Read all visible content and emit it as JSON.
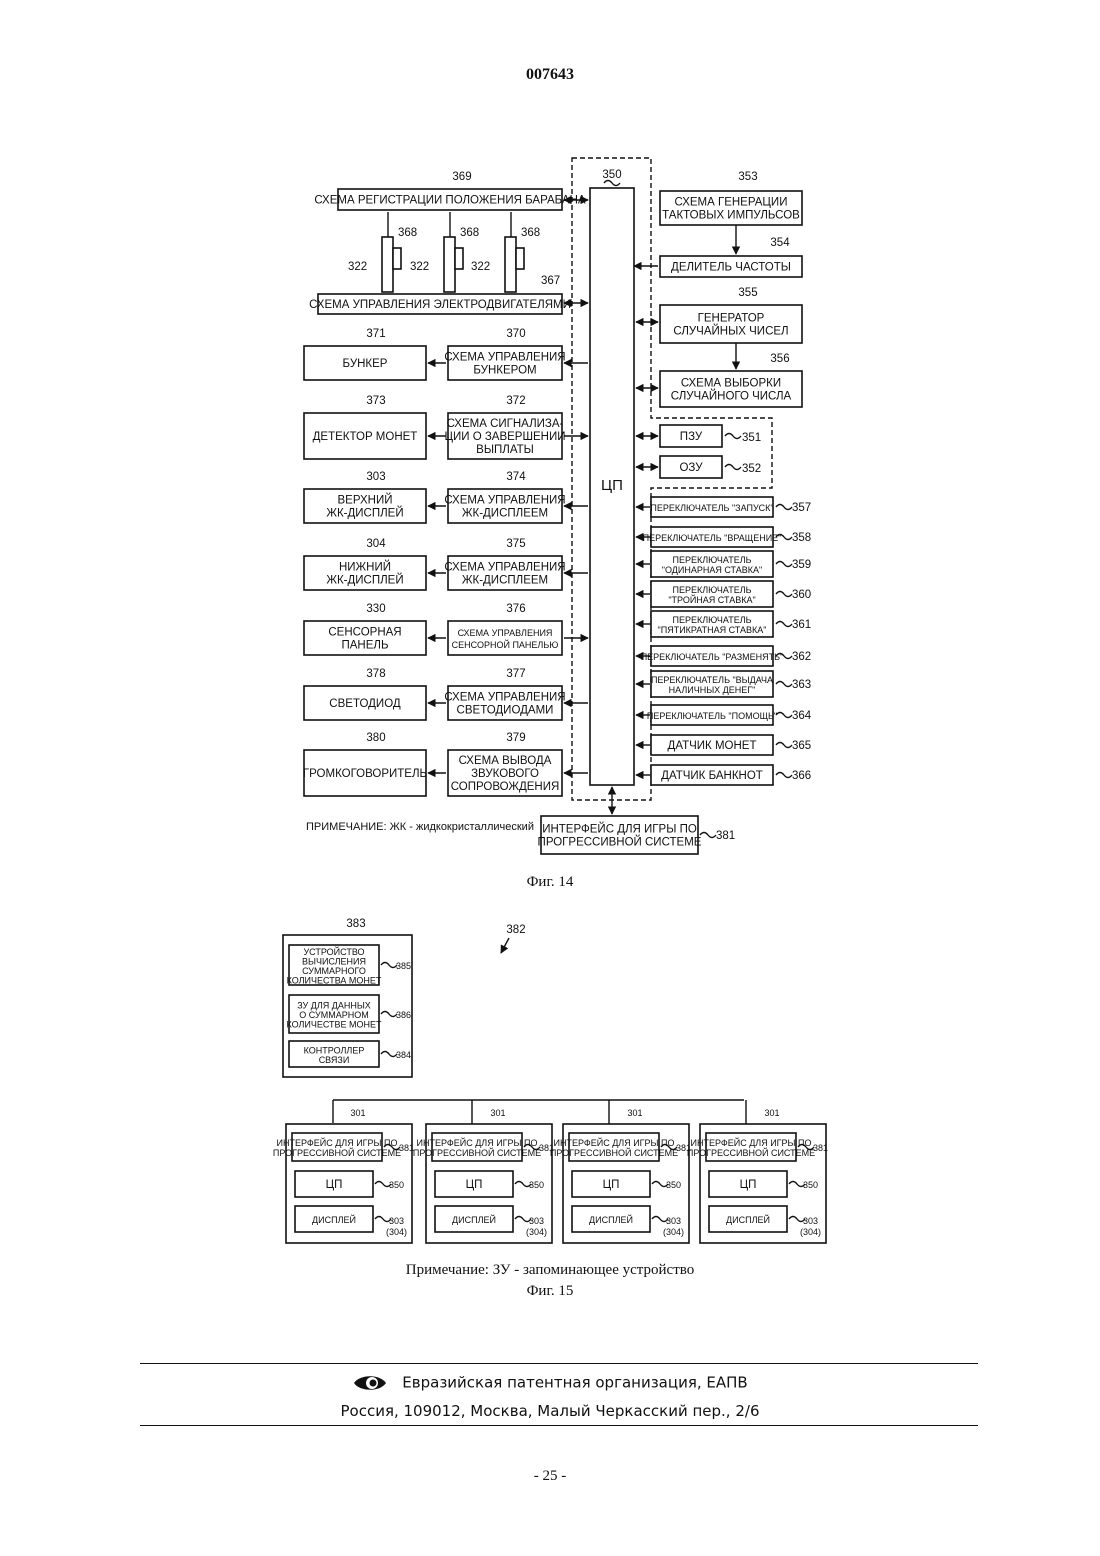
{
  "header": {
    "doc_number": "007643"
  },
  "fig14": {
    "caption": "Фиг. 14",
    "note": "ПРИМЕЧАНИЕ: ЖК - жидкокристаллический",
    "cpu": {
      "label": "ЦП",
      "num": "350"
    },
    "drum_sensor": {
      "label": "СХЕМА РЕГИСТРАЦИИ ПОЛОЖЕНИЯ БАРАБАНА",
      "num": "369"
    },
    "reels": [
      {
        "reel": "322",
        "motor": "368"
      },
      {
        "reel": "322",
        "motor": "368"
      },
      {
        "reel": "322",
        "motor": "368"
      }
    ],
    "motor_ctrl": {
      "label": "СХЕМА УПРАВЛЕНИЯ ЭЛЕКТРОДВИГАТЕЛЯМИ",
      "num": "367"
    },
    "left_rows": [
      {
        "dev_lines": [
          "БУНКЕР"
        ],
        "dev_num": "371",
        "ctrl_lines": [
          "СХЕМА УПРАВЛЕНИЯ",
          "БУНКЕРОМ"
        ],
        "ctrl_num": "370"
      },
      {
        "dev_lines": [
          "ДЕТЕКТОР МОНЕТ"
        ],
        "dev_num": "373",
        "ctrl_lines": [
          "СХЕМА СИГНАЛИЗА-",
          "ЦИИ О ЗАВЕРШЕНИИ",
          "ВЫПЛАТЫ"
        ],
        "ctrl_num": "372"
      },
      {
        "dev_lines": [
          "ВЕРХНИЙ",
          "ЖК-ДИСПЛЕЙ"
        ],
        "dev_num": "303",
        "ctrl_lines": [
          "СХЕМА УПРАВЛЕНИЯ",
          "ЖК-ДИСПЛЕЕМ"
        ],
        "ctrl_num": "374"
      },
      {
        "dev_lines": [
          "НИЖНИЙ",
          "ЖК-ДИСПЛЕЙ"
        ],
        "dev_num": "304",
        "ctrl_lines": [
          "СХЕМА УПРАВЛЕНИЯ",
          "ЖК-ДИСПЛЕЕМ"
        ],
        "ctrl_num": "375"
      },
      {
        "dev_lines": [
          "СЕНСОРНАЯ",
          "ПАНЕЛЬ"
        ],
        "dev_num": "330",
        "ctrl_lines": [
          "СХЕМА УПРАВЛЕНИЯ",
          "СЕНСОРНОЙ ПАНЕЛЬЮ"
        ],
        "ctrl_num": "376"
      },
      {
        "dev_lines": [
          "СВЕТОДИОД"
        ],
        "dev_num": "378",
        "ctrl_lines": [
          "СХЕМА УПРАВЛЕНИЯ",
          "СВЕТОДИОДАМИ"
        ],
        "ctrl_num": "377"
      },
      {
        "dev_lines": [
          "ГРОМКОГОВОРИТЕЛЬ"
        ],
        "dev_num": "380",
        "ctrl_lines": [
          "СХЕМА ВЫВОДА",
          "ЗВУКОВОГО",
          "СОПРОВОЖДЕНИЯ"
        ],
        "ctrl_num": "379"
      }
    ],
    "right_top": [
      {
        "lines": [
          "СХЕМА ГЕНЕРАЦИИ",
          "ТАКТОВЫХ ИМПУЛЬСОВ"
        ],
        "num": "353"
      },
      {
        "lines": [
          "ДЕЛИТЕЛЬ ЧАСТОТЫ"
        ],
        "num": "354"
      },
      {
        "lines": [
          "ГЕНЕРАТОР",
          "СЛУЧАЙНЫХ ЧИСЕЛ"
        ],
        "num": "355"
      },
      {
        "lines": [
          "СХЕМА ВЫБОРКИ",
          "СЛУЧАЙНОГО ЧИСЛА"
        ],
        "num": "356"
      }
    ],
    "memory": [
      {
        "label": "ПЗУ",
        "num": "351"
      },
      {
        "label": "ОЗУ",
        "num": "352"
      }
    ],
    "inputs": [
      {
        "lines": [
          "ПЕРЕКЛЮЧАТЕЛЬ \"ЗАПУСК\""
        ],
        "num": "357"
      },
      {
        "lines": [
          "ПЕРЕКЛЮЧАТЕЛЬ \"ВРАЩЕНИЕ\""
        ],
        "num": "358"
      },
      {
        "lines": [
          "ПЕРЕКЛЮЧАТЕЛЬ",
          "\"ОДИНАРНАЯ СТАВКА\""
        ],
        "num": "359"
      },
      {
        "lines": [
          "ПЕРЕКЛЮЧАТЕЛЬ",
          "\"ТРОЙНАЯ СТАВКА\""
        ],
        "num": "360"
      },
      {
        "lines": [
          "ПЕРЕКЛЮЧАТЕЛЬ",
          "\"ПЯТИКРАТНАЯ СТАВКА\""
        ],
        "num": "361"
      },
      {
        "lines": [
          "ПЕРЕКЛЮЧАТЕЛЬ \"РАЗМЕНЯТЬ\""
        ],
        "num": "362"
      },
      {
        "lines": [
          "ПЕРЕКЛЮЧАТЕЛЬ \"ВЫДАЧА",
          "НАЛИЧНЫХ ДЕНЕГ\""
        ],
        "num": "363"
      },
      {
        "lines": [
          "ПЕРЕКЛЮЧАТЕЛЬ \"ПОМОЩЬ\""
        ],
        "num": "364"
      },
      {
        "lines": [
          "ДАТЧИК МОНЕТ"
        ],
        "num": "365"
      },
      {
        "lines": [
          "ДАТЧИК БАНКНОТ"
        ],
        "num": "366"
      }
    ],
    "interface": {
      "lines": [
        "ИНТЕРФЕЙС ДЛЯ ИГРЫ ПО",
        "ПРОГРЕССИВНОЙ СИСТЕМЕ"
      ],
      "num": "381"
    }
  },
  "fig15": {
    "caption": "Фиг. 15",
    "note": "Примечание: ЗУ - запоминающее устройство",
    "system_num": "382",
    "server_num": "383",
    "server_blocks": [
      {
        "lines": [
          "УСТРОЙСТВО",
          "ВЫЧИСЛЕНИЯ",
          "СУММАРНОГО",
          "КОЛИЧЕСТВА МОНЕТ"
        ],
        "num": "385"
      },
      {
        "lines": [
          "ЗУ ДЛЯ ДАННЫХ",
          "О СУММАРНОМ",
          "КОЛИЧЕСТВЕ МОНЕТ"
        ],
        "num": "386"
      },
      {
        "lines": [
          "КОНТРОЛЛЕР",
          "СВЯЗИ"
        ],
        "num": "384"
      }
    ],
    "machine": {
      "num": "301",
      "interface_lines": [
        "ИНТЕРФЕЙС ДЛЯ ИГРЫ ПО",
        "ПРОГРЕССИВНОЙ СИСТЕМЕ"
      ],
      "interface_num": "381",
      "cpu_label": "ЦП",
      "cpu_num": "350",
      "display_label": "ДИСПЛЕЙ",
      "display_num": "303",
      "display_num_alt": "(304)"
    },
    "machine_count": 4
  },
  "footer": {
    "org": "Евразийская патентная организация, ЕАПВ",
    "address": "Россия, 109012, Москва, Малый Черкасский пер., 2/6",
    "page": "- 25 -"
  }
}
